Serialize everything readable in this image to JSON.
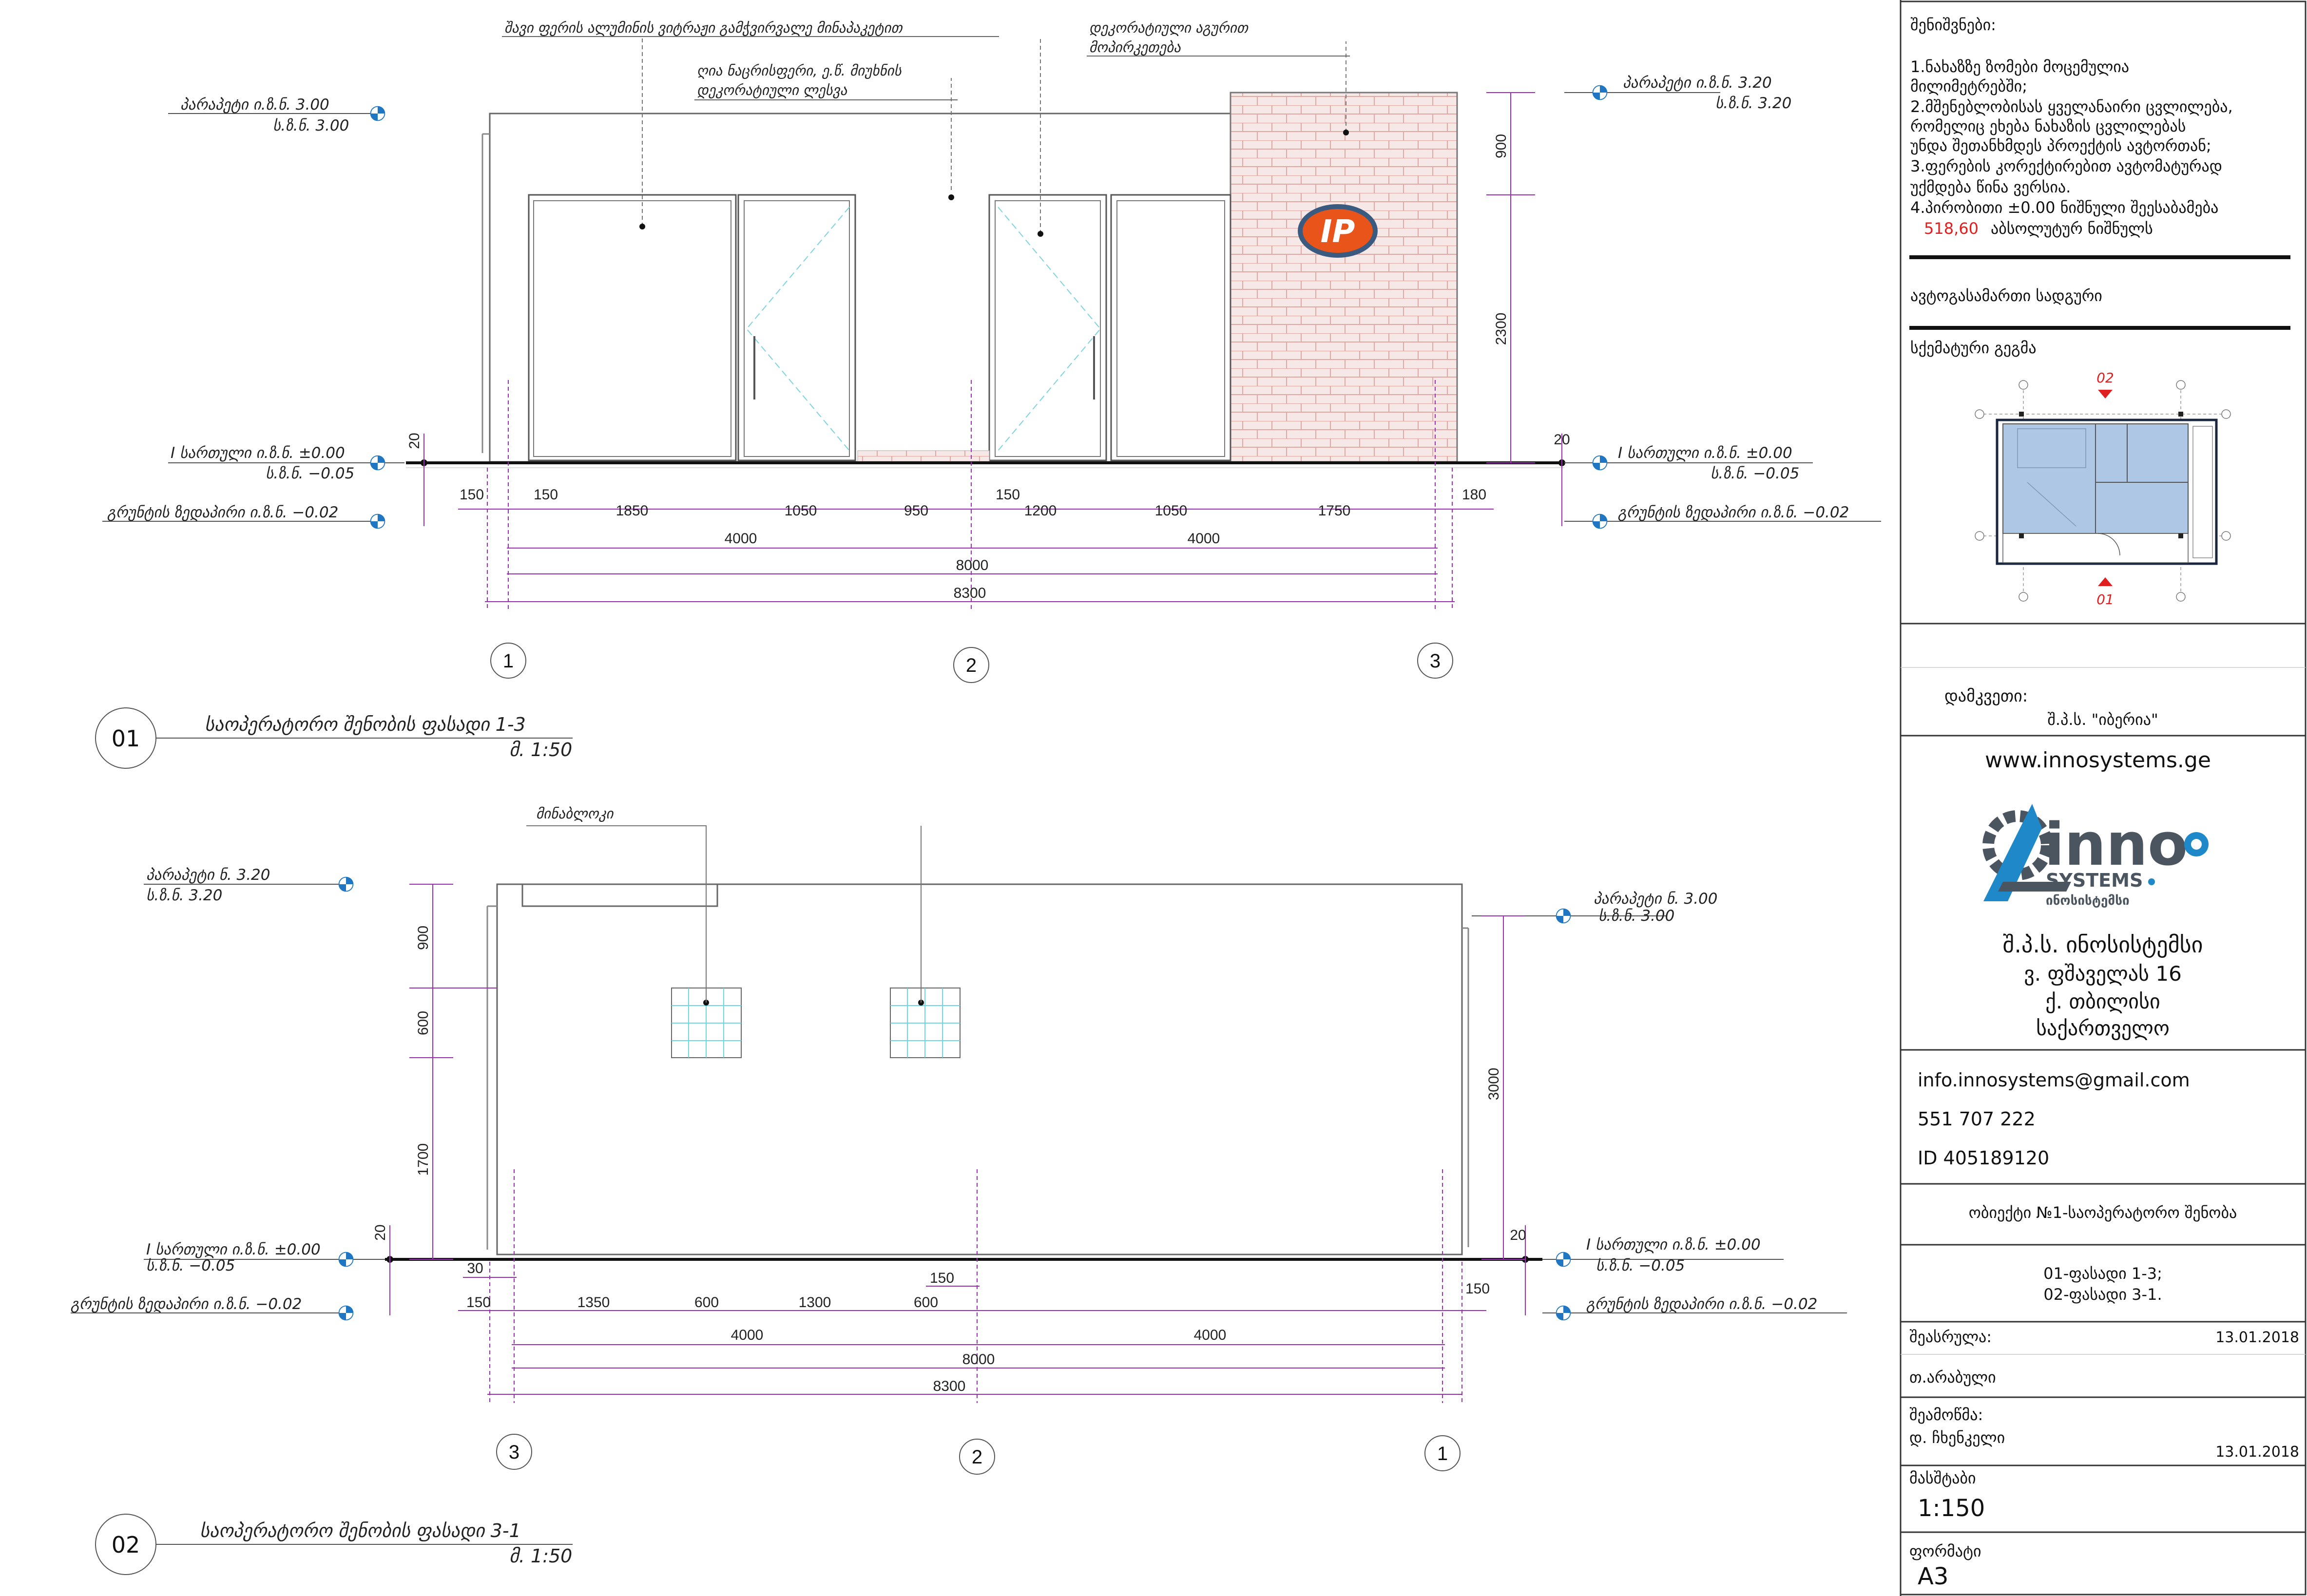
{
  "elevation1": {
    "note_glass": "შავი ფერის ალუმინის ვიტრაჟი გამჭვირვალე მინაპაკეტით",
    "note_panel_l1": "ღია ნაცრისფერი, ე.წ. მიუხნის",
    "note_panel_l2": "დეკორატიული ლესვა",
    "note_brick_l1": "დეკორატიული აგურით",
    "note_brick_l2": "მოპირკეთება",
    "sign_text": "IP",
    "lvl_tl_1": "პარაპეტი ი.ზ.ნ. 3.00",
    "lvl_tl_2": "ს.ზ.ნ. 3.00",
    "lvl_tr_1": "პარაპეტი ი.ზ.ნ. 3.20",
    "lvl_tr_2": "ს.ზ.ნ. 3.20",
    "lvl_fl_1": "I სართული ი.ზ.ნ. ±0.00",
    "lvl_fl_2": "ს.ზ.ნ. −0.05",
    "lvl_gr": "გრუნტის ზედაპირი ი.ზ.ნ. −0.02",
    "lvl_fr_1": "I სართული ი.ზ.ნ. ±0.00",
    "lvl_fr_2": "ს.ზ.ნ. −0.05",
    "lvl_gr_r": "გრუნტის ზედაპირი ი.ზ.ნ. −0.02",
    "d20l": "20",
    "d20r": "20",
    "dims_row1": [
      "150",
      "150",
      "1850",
      "1050",
      "950",
      "150",
      "1200",
      "1050",
      "1750",
      "180"
    ],
    "dims_row2": [
      "4000",
      "4000"
    ],
    "dim_total1": "8000",
    "dim_total2": "8300",
    "vdim_900": "900",
    "vdim_2300": "2300",
    "axes": [
      "1",
      "2",
      "3"
    ],
    "title_num": "01",
    "title": "საოპერატორო შენობის ფასადი 1-3",
    "scale": "მ. 1:50"
  },
  "elevation2": {
    "note_glass": "მინაბლოკი",
    "lvl_tl_1": "პარაპეტი ნ. 3.20",
    "lvl_tl_2": "ს.ზ.ნ. 3.20",
    "lvl_tr_1": "პარაპეტი ნ. 3.00",
    "lvl_tr_2": "ს.ზ.ნ. 3.00",
    "lvl_fl_1": "I სართული ი.ზ.ნ. ±0.00",
    "lvl_fl_2": "ს.ზ.ნ. −0.05",
    "lvl_gr": "გრუნტის ზედაპირი ი.ზ.ნ. −0.02",
    "lvl_fr_1": "I სართული ი.ზ.ნ. ±0.00",
    "lvl_fr_2": "ს.ზ.ნ. −0.05",
    "lvl_gr_r": "გრუნტის ზედაპირი ი.ზ.ნ. −0.02",
    "d20l": "20",
    "d20r": "20",
    "d30": "30",
    "d150_top": "150",
    "dims_row1": [
      "150",
      "1350",
      "600",
      "1300",
      "600",
      "150"
    ],
    "dims_row2": [
      "4000",
      "4000"
    ],
    "dim_total1": "8000",
    "dim_total2": "8300",
    "vdim_900": "900",
    "vdim_600": "600",
    "vdim_1700": "1700",
    "vdim_3000": "3000",
    "axes": [
      "3",
      "2",
      "1"
    ],
    "title_num": "02",
    "title": "საოპერატორო შენობის ფასადი 3-1",
    "scale": "მ. 1:50"
  },
  "titleblock": {
    "notes_header": "შენიშვნები:",
    "notes": [
      "1.ნახაზზე ზომები მოცემულია",
      "   მილიმეტრებში;",
      "2.მშენებლობისას ყველანაირი ცვლილება,",
      "  რომელიც ეხება ნახაზის ცვლილებას",
      "  უნდა შეთანხმდეს პროექტის ავტორთან;",
      "3.ფერების კორექტირებით ავტომატურად",
      "  უქმდება წინა ვერსია.",
      "4.პირობითი ±0.00 ნიშნული შეესაბამება"
    ],
    "note_value": "518,60",
    "note_value_suffix": "აბსოლუტურ ნიშნულს",
    "section1": "ავტოგასამართი სადგური",
    "section2": "სქემატური გეგმა",
    "plan_mark_top": "02",
    "plan_mark_bottom": "01",
    "client_label": "დამკვეთი:",
    "client_name": "შ.პ.ს. \"იბერია\"",
    "website": "www.innosystems.ge",
    "logo_word": "inno",
    "logo_sub1": "SYSTEMS",
    "logo_sub2": "ინოსისტემსი",
    "company": "შ.პ.ს. ინოსისტემსი",
    "address1": "ვ. ფშაველას 16",
    "address2": "ქ. თბილისი",
    "address3": "საქართველო",
    "email": "info.innosystems@gmail.com",
    "phone": "551 707 222",
    "id": "ID 405189120",
    "object": "ობიექტი №1-საოპერატორო შენობა",
    "sheet_l1": "01-ფასადი 1-3;",
    "sheet_l2": "02-ფასადი 3-1.",
    "performed_label": "შეასრულა:",
    "performed_date": "13.01.2018",
    "performed_name": "თ.არაბული",
    "checked_label": "შეამოწმა:",
    "checked_name": "დ. ჩხენკელი",
    "checked_date": "13.01.2018",
    "scale_label": "მასშტაბი",
    "scale_value": "1:150",
    "format_label": "ფორმატი",
    "format_value": "A3"
  },
  "colors": {
    "dimension": "#9b30b0",
    "dim_text": "#222222",
    "wall": "#555555",
    "brick": "#f6e8e6",
    "brick_line": "#e2a7a0",
    "sign_fill": "#e8541a",
    "sign_ring": "#3a5a80",
    "glass_grid": "#6fd8e6",
    "level_marker": "#1f77c4",
    "logo_blue": "#1e88c8",
    "logo_dark": "#4a5560",
    "red": "#e02020"
  }
}
